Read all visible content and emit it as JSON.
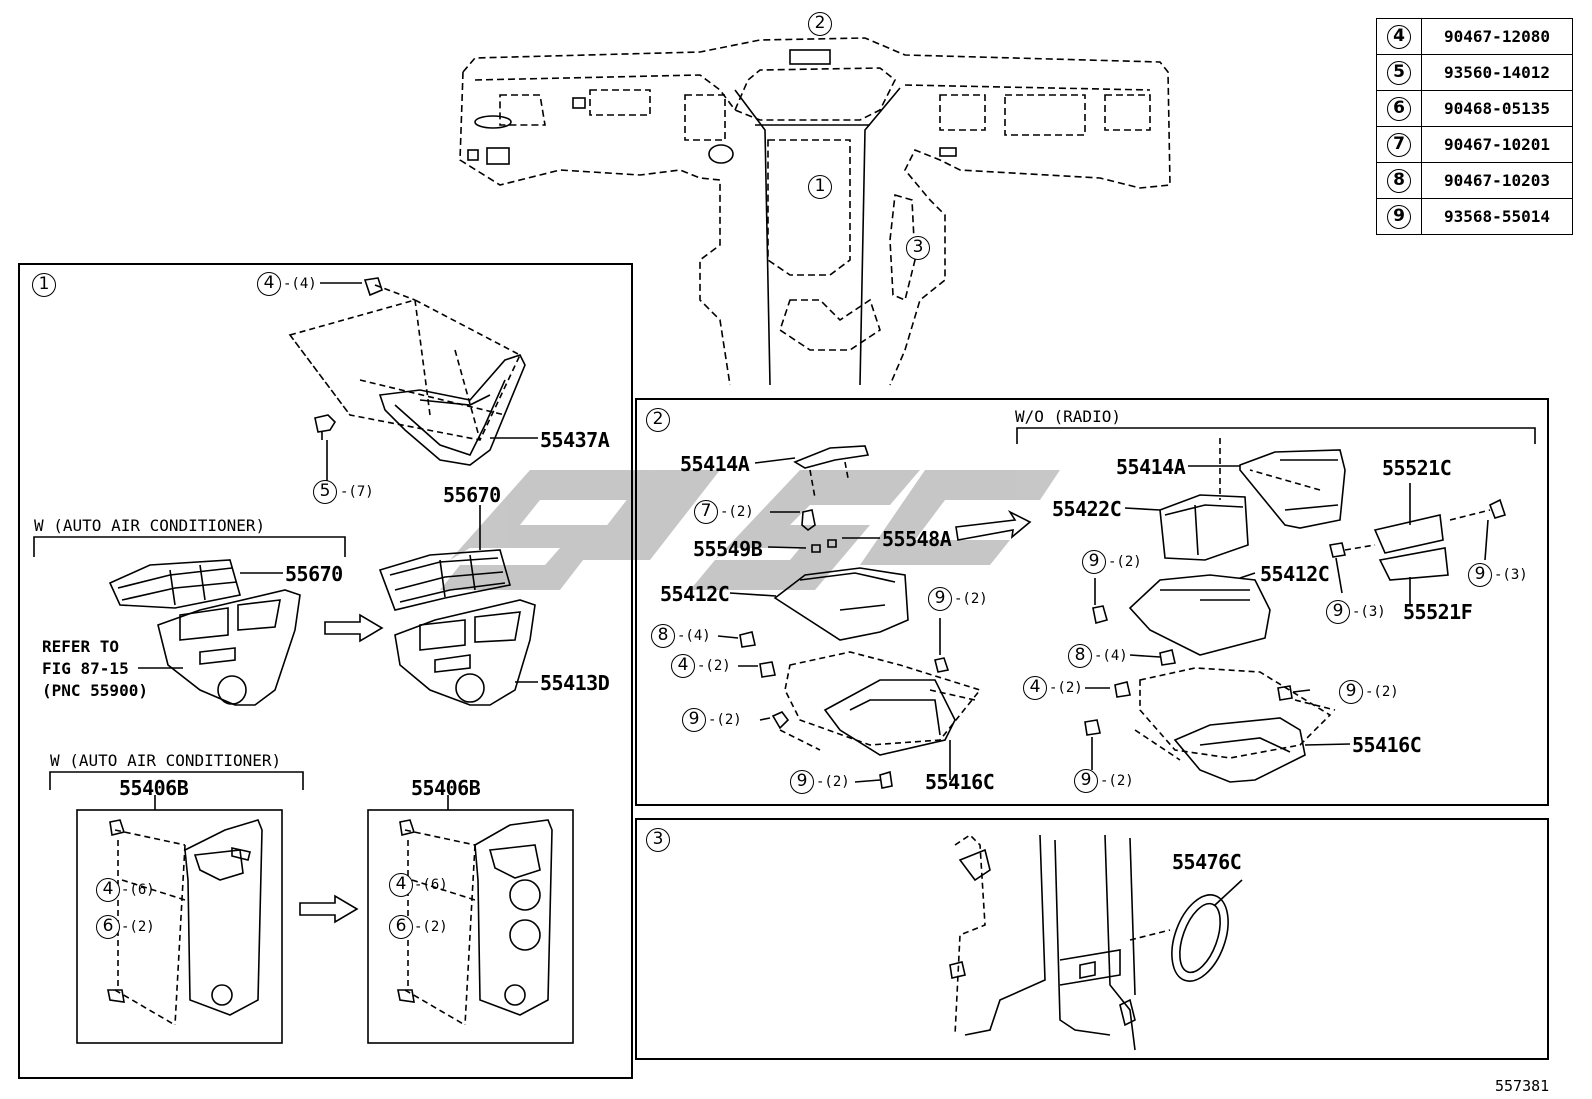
{
  "part_table": [
    {
      "ref": "4",
      "part_no": "90467-12080"
    },
    {
      "ref": "5",
      "part_no": "93560-14012"
    },
    {
      "ref": "6",
      "part_no": "90468-05135"
    },
    {
      "ref": "7",
      "part_no": "90467-10201"
    },
    {
      "ref": "8",
      "part_no": "90467-10203"
    },
    {
      "ref": "9",
      "part_no": "93568-55014"
    }
  ],
  "overview": {
    "ref1": "1",
    "ref2": "2",
    "ref3": "3"
  },
  "panel1": {
    "ref": "1",
    "clip4": {
      "ref": "4",
      "qty": "-(4)"
    },
    "screw5": {
      "ref": "5",
      "qty": "-(7)"
    },
    "bracket": "55437A",
    "vent_top": "55670",
    "cond1": "W (AUTO AIR CONDITIONER)",
    "vent_left": "55670",
    "refer": [
      "REFER TO",
      "FIG 87-15",
      "(PNC 55900)"
    ],
    "panel_right": "55413D",
    "cond2": "W (AUTO AIR CONDITIONER)",
    "left_box_part": "55406B",
    "right_box_part": "55406B",
    "left_clip4": {
      "ref": "4",
      "qty": "-(6)"
    },
    "left_clip6": {
      "ref": "6",
      "qty": "-(2)"
    },
    "right_clip4": {
      "ref": "4",
      "qty": "-(6)"
    },
    "right_clip6": {
      "ref": "6",
      "qty": "-(2)"
    }
  },
  "panel2": {
    "ref": "2",
    "wo_radio": "W/O (RADIO)",
    "left": {
      "p55414A": "55414A",
      "clip7": {
        "ref": "7",
        "qty": "-(2)"
      },
      "p55549B": "55549B",
      "p55548A": "55548A",
      "p55412C": "55412C",
      "clip8": {
        "ref": "8",
        "qty": "-(4)"
      },
      "clip4": {
        "ref": "4",
        "qty": "-(2)"
      },
      "screw9a": {
        "ref": "9",
        "qty": "-(2)"
      },
      "screw9b": {
        "ref": "9",
        "qty": "-(2)"
      },
      "screw9c": {
        "ref": "9",
        "qty": "-(2)"
      },
      "p55416C": "55416C"
    },
    "right": {
      "p55414A": "55414A",
      "p55422C": "55422C",
      "p55521C": "55521C",
      "p55412C": "55412C",
      "p55521F": "55521F",
      "screw9a": {
        "ref": "9",
        "qty": "-(2)"
      },
      "screw9b": {
        "ref": "9",
        "qty": "-(3)"
      },
      "screw9c": {
        "ref": "9",
        "qty": "-(3)"
      },
      "clip8": {
        "ref": "8",
        "qty": "-(4)"
      },
      "clip4": {
        "ref": "4",
        "qty": "-(2)"
      },
      "screw9d": {
        "ref": "9",
        "qty": "-(2)"
      },
      "screw9e": {
        "ref": "9",
        "qty": "-(2)"
      },
      "p55416C": "55416C"
    }
  },
  "panel3": {
    "ref": "3",
    "p55476C": "55476C"
  },
  "diagram_id": "557381"
}
